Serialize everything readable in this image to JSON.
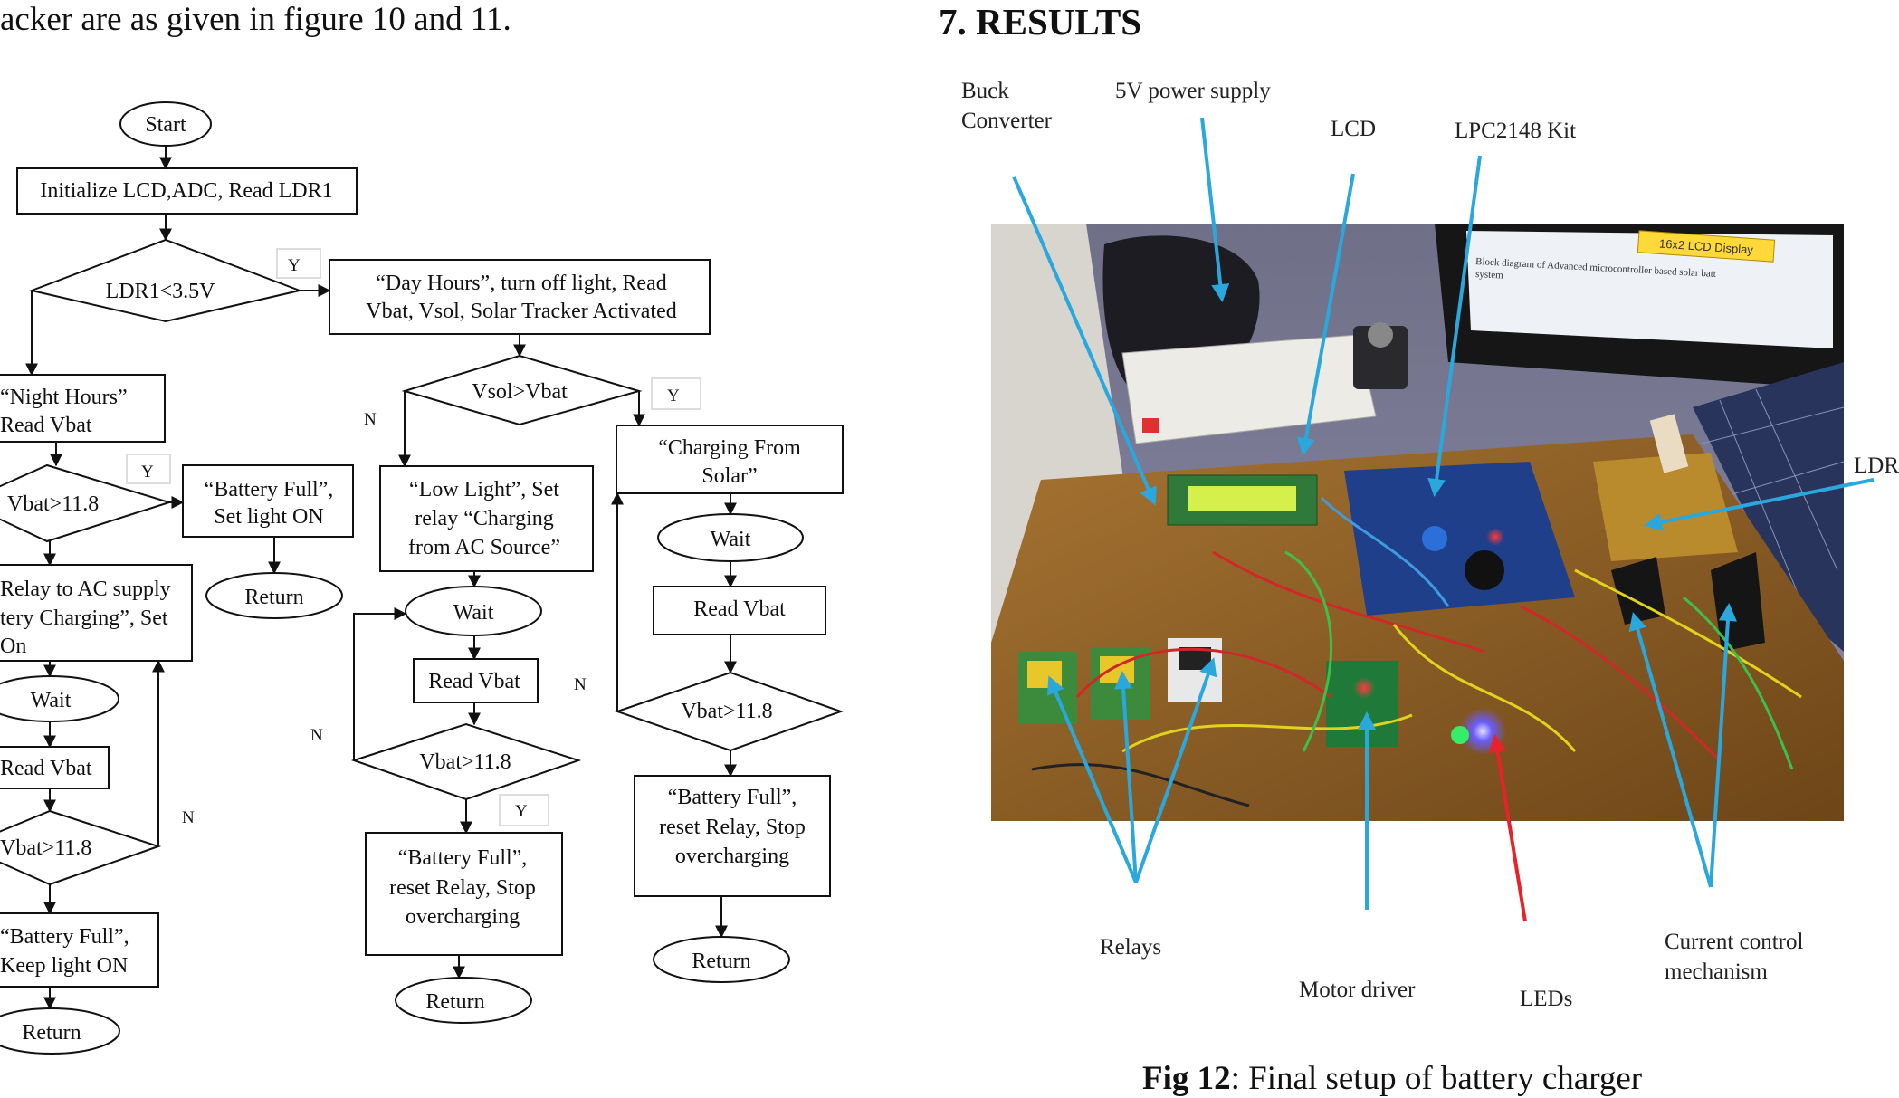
{
  "page": {
    "top_text": "acker are as given in figure 10 and 11.",
    "section_heading": "7. RESULTS",
    "caption_label": "Fig 12",
    "caption_text": ": Final setup of battery charger"
  },
  "flowchart": {
    "start": "Start",
    "init": "Initialize LCD,ADC, Read LDR1",
    "ldr": "LDR1<3.5V",
    "day_l1": "“Day Hours”, turn off  light, Read",
    "day_l2": "Vbat, Vsol, Solar Tracker Activated",
    "night_l1": "“Night Hours”",
    "night_l2": "Read Vbat",
    "vbat": "Vbat>11.8",
    "bf_light_l1": "“Battery Full”,",
    "bf_light_l2": "Set light ON",
    "return": "Return",
    "relay_l1": "Relay to AC supply",
    "relay_l2": "tery Charging”, Set",
    "relay_l3": "On",
    "wait": "Wait",
    "read_vbat": "Read Vbat",
    "bf_keep_l1": "“Battery Full”,",
    "bf_keep_l2": "Keep light ON",
    "vsol": "Vsol>Vbat",
    "low_l1": "“Low Light”, Set",
    "low_l2": "relay “Charging",
    "low_l3": "from AC Source”",
    "solar_l1": "“Charging From",
    "solar_l2": "Solar”",
    "bf_stop_l1": "“Battery Full”,",
    "bf_stop_l2": "reset Relay, Stop",
    "bf_stop_l3": "overcharging",
    "yes": "Y",
    "no": "N"
  },
  "photo_labels": {
    "buck_l1": "Buck",
    "buck_l2": "Converter",
    "psu": "5V power supply",
    "lcd": "LCD",
    "kit": "LPC2148 Kit",
    "ldr": "LDR",
    "relays": "Relays",
    "motor": "Motor driver",
    "leds": "LEDs",
    "current_l1": "Current control",
    "current_l2": "mechanism",
    "lcd_banner": "16x2 LCD Display",
    "screen_l1": "Block diagram of Advanced microcontroller based solar batt",
    "screen_l2": "system"
  },
  "colors": {
    "arrow_blue": "#2aa7dc",
    "arrow_red": "#e8222a",
    "board": "#8a5a22"
  }
}
